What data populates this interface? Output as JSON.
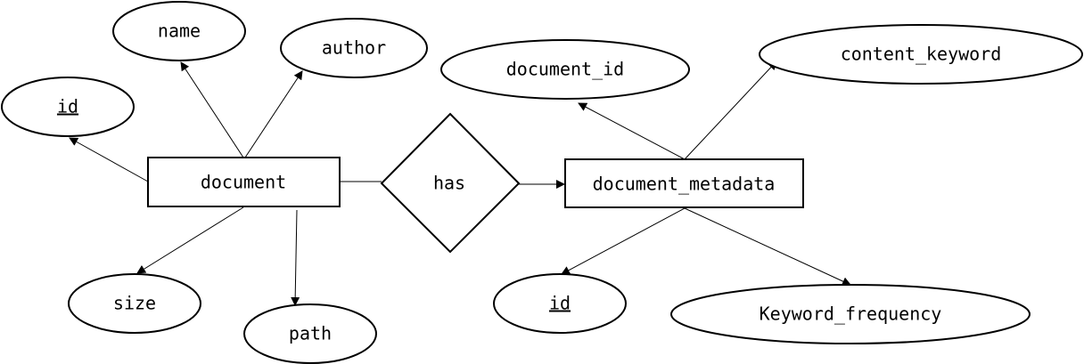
{
  "diagram": {
    "type": "entity-relationship",
    "colors": {
      "stroke": "#000000",
      "fill": "#ffffff",
      "text": "#000000"
    },
    "entities": {
      "document": "document",
      "document_metadata": "document_metadata"
    },
    "relationship": {
      "label": "has"
    },
    "attributes": {
      "doc_id": "id",
      "doc_name": "name",
      "doc_author": "author",
      "doc_size": "size",
      "doc_path": "path",
      "meta_document_id": "document_id",
      "meta_content_keyword": "content_keyword",
      "meta_id": "id",
      "meta_keyword_frequency": "Keyword_frequency"
    }
  }
}
